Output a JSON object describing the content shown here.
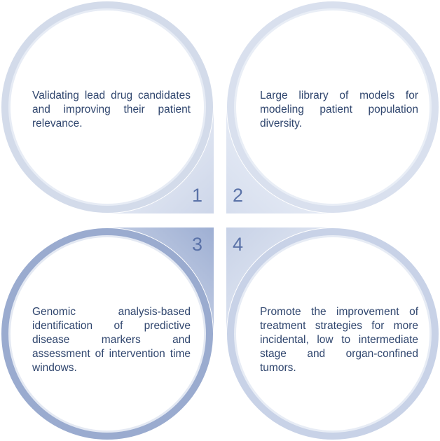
{
  "items": [
    {
      "number": "1",
      "text": "Validating lead drug candidates and improving their patient relevance."
    },
    {
      "number": "2",
      "text": "Large library of models for modeling patient population diversity."
    },
    {
      "number": "3",
      "text": "Genomic analysis-based identification of predictive disease markers and assessment of intervention time windows."
    },
    {
      "number": "4",
      "text": "Promote the improvement of treatment strategies for more incidental, low to intermediate stage and organ-confined tumors."
    }
  ],
  "colors": {
    "corner_light": "#d9e0ee",
    "corner_medium": "#c8d2e7",
    "corner_dark": "#a5b5d6",
    "ring_light": "#d3dbea",
    "ring_dark": "#9aabcf",
    "number": "#5a72a8",
    "text": "#30466e"
  }
}
